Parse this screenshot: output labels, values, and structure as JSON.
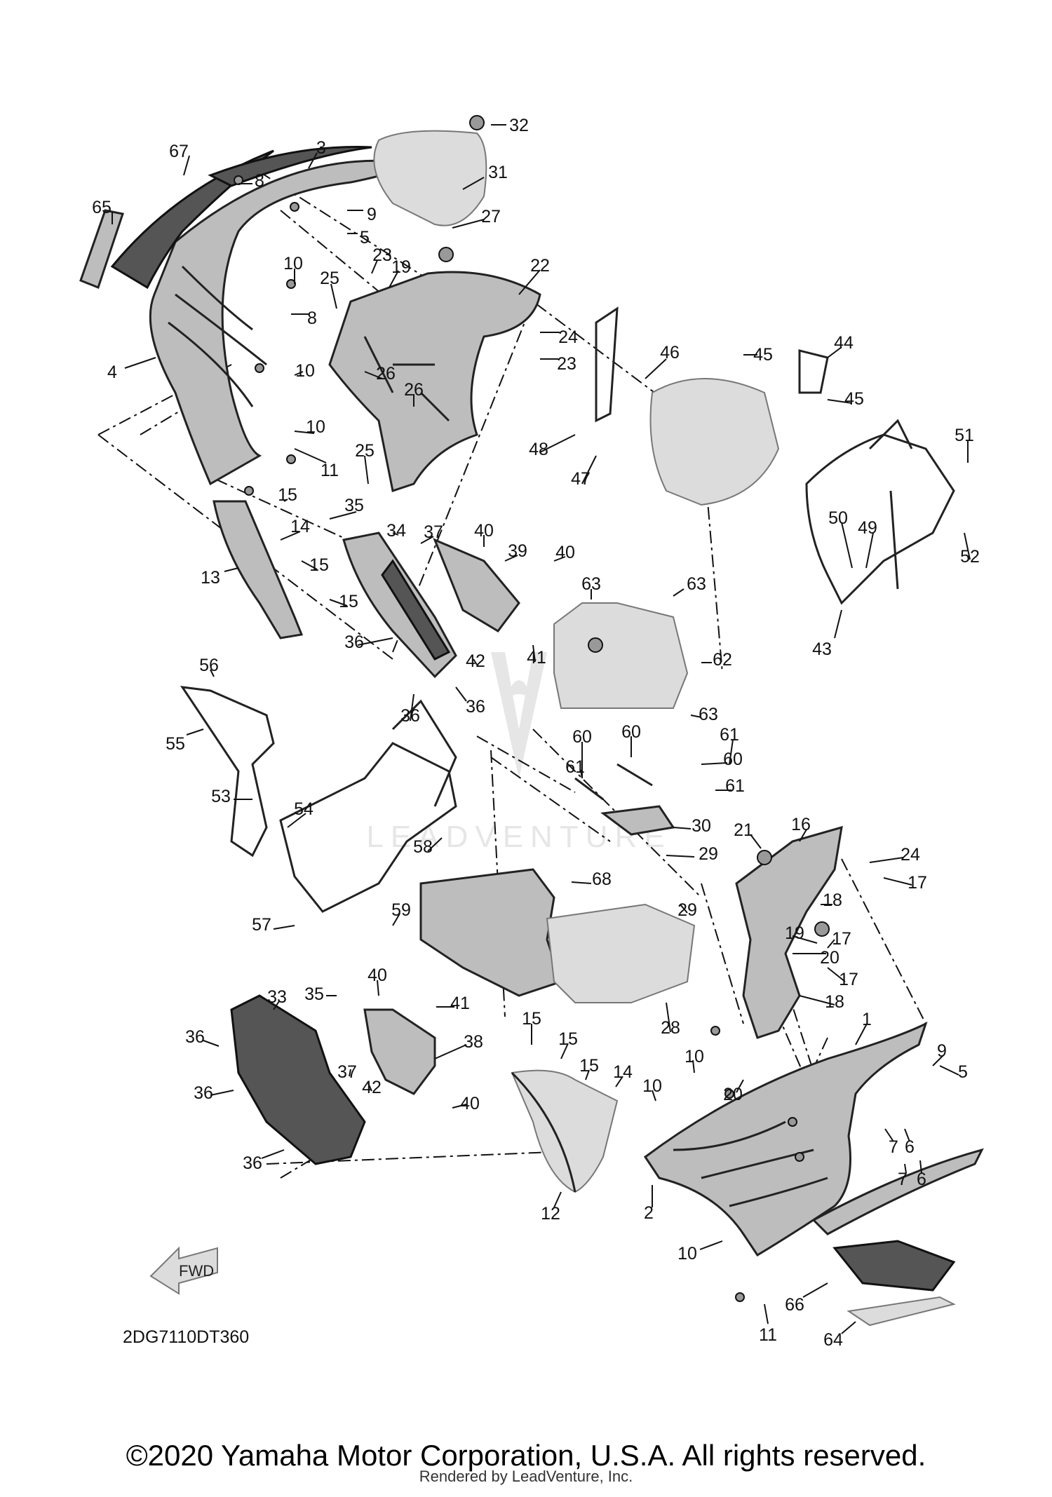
{
  "diagram": {
    "code": "2DG7110DT360",
    "fwd_label": "FWD",
    "watermark": "LEADVENTURE"
  },
  "footer": {
    "copyright": "©2020 Yamaha Motor Corporation, U.S.A. All rights reserved.",
    "rendered_by": "Rendered by LeadVenture, Inc."
  },
  "callouts": [
    {
      "label": "32"
    },
    {
      "label": "67"
    },
    {
      "label": "3"
    },
    {
      "label": "31"
    },
    {
      "label": "8"
    },
    {
      "label": "65"
    },
    {
      "label": "9"
    },
    {
      "label": "5"
    },
    {
      "label": "27"
    },
    {
      "label": "23"
    },
    {
      "label": "19"
    },
    {
      "label": "22"
    },
    {
      "label": "10"
    },
    {
      "label": "25"
    },
    {
      "label": "8"
    },
    {
      "label": "24"
    },
    {
      "label": "23"
    },
    {
      "label": "46"
    },
    {
      "label": "45"
    },
    {
      "label": "44"
    },
    {
      "label": "4"
    },
    {
      "label": "26"
    },
    {
      "label": "10"
    },
    {
      "label": "45"
    },
    {
      "label": "26"
    },
    {
      "label": "10"
    },
    {
      "label": "11"
    },
    {
      "label": "25"
    },
    {
      "label": "48"
    },
    {
      "label": "47"
    },
    {
      "label": "51"
    },
    {
      "label": "15"
    },
    {
      "label": "35"
    },
    {
      "label": "40"
    },
    {
      "label": "14"
    },
    {
      "label": "34"
    },
    {
      "label": "37"
    },
    {
      "label": "39"
    },
    {
      "label": "40"
    },
    {
      "label": "50"
    },
    {
      "label": "49"
    },
    {
      "label": "52"
    },
    {
      "label": "13"
    },
    {
      "label": "15"
    },
    {
      "label": "63"
    },
    {
      "label": "63"
    },
    {
      "label": "15"
    },
    {
      "label": "42"
    },
    {
      "label": "41"
    },
    {
      "label": "62"
    },
    {
      "label": "43"
    },
    {
      "label": "36"
    },
    {
      "label": "56"
    },
    {
      "label": "36"
    },
    {
      "label": "36"
    },
    {
      "label": "63"
    },
    {
      "label": "55"
    },
    {
      "label": "60"
    },
    {
      "label": "60"
    },
    {
      "label": "61"
    },
    {
      "label": "61"
    },
    {
      "label": "60"
    },
    {
      "label": "61"
    },
    {
      "label": "53"
    },
    {
      "label": "54"
    },
    {
      "label": "30"
    },
    {
      "label": "16"
    },
    {
      "label": "21"
    },
    {
      "label": "58"
    },
    {
      "label": "29"
    },
    {
      "label": "24"
    },
    {
      "label": "68"
    },
    {
      "label": "17"
    },
    {
      "label": "29"
    },
    {
      "label": "18"
    },
    {
      "label": "59"
    },
    {
      "label": "57"
    },
    {
      "label": "19"
    },
    {
      "label": "20"
    },
    {
      "label": "17"
    },
    {
      "label": "17"
    },
    {
      "label": "18"
    },
    {
      "label": "40"
    },
    {
      "label": "35"
    },
    {
      "label": "41"
    },
    {
      "label": "33"
    },
    {
      "label": "28"
    },
    {
      "label": "15"
    },
    {
      "label": "1"
    },
    {
      "label": "36"
    },
    {
      "label": "15"
    },
    {
      "label": "38"
    },
    {
      "label": "9"
    },
    {
      "label": "15"
    },
    {
      "label": "10"
    },
    {
      "label": "5"
    },
    {
      "label": "37"
    },
    {
      "label": "14"
    },
    {
      "label": "36"
    },
    {
      "label": "42"
    },
    {
      "label": "40"
    },
    {
      "label": "10"
    },
    {
      "label": "20"
    },
    {
      "label": "7"
    },
    {
      "label": "6"
    },
    {
      "label": "36"
    },
    {
      "label": "12"
    },
    {
      "label": "2"
    },
    {
      "label": "7"
    },
    {
      "label": "6"
    },
    {
      "label": "10"
    },
    {
      "label": "66"
    },
    {
      "label": "11"
    },
    {
      "label": "64"
    }
  ]
}
